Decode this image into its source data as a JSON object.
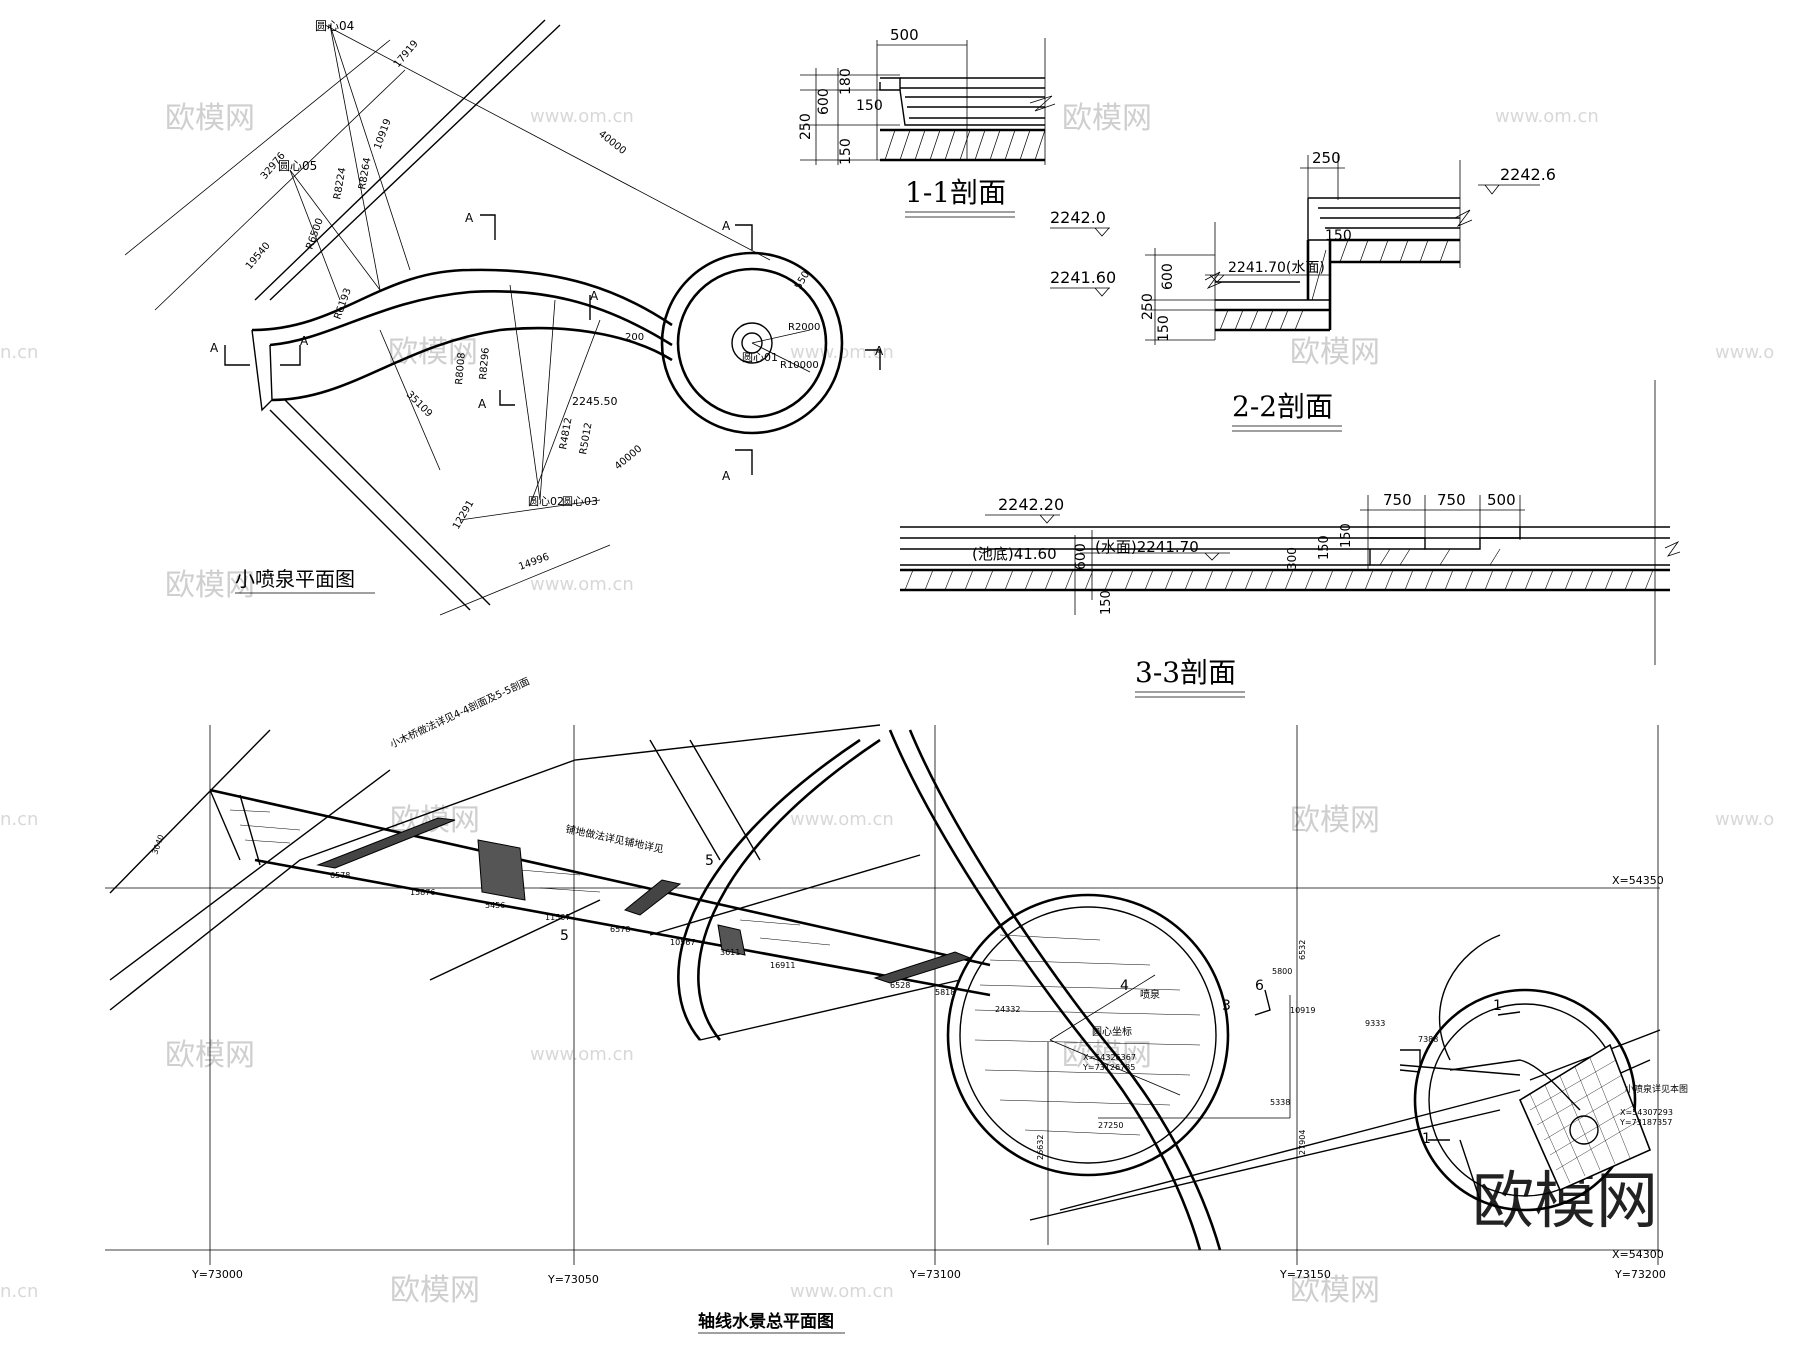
{
  "watermarks": {
    "brand": "欧模网",
    "site": "www.om.cn",
    "partial_left": "n.cn",
    "partial_right": "www.o",
    "big_logo": "欧模网"
  },
  "sections": {
    "s11": {
      "title": "1-1剖面",
      "dims": [
        "500",
        "180",
        "600",
        "150",
        "250",
        "150"
      ]
    },
    "s22": {
      "title": "2-2剖面",
      "dims": [
        "250",
        "150",
        "600",
        "250",
        "150"
      ],
      "elevations": [
        "2242.6",
        "2242.0",
        "2241.60",
        "2241.70(水面)"
      ]
    },
    "s33": {
      "title": "3-3剖面",
      "dims": [
        "750",
        "750",
        "500",
        "150",
        "150",
        "600",
        "300",
        "150"
      ],
      "elevations": [
        "2242.20",
        "(池底)41.60",
        "(水面)2241.70"
      ]
    }
  },
  "fountain_plan": {
    "title": "小喷泉平面图",
    "centers": [
      "圆心04",
      "圆心05",
      "圆心01",
      "圆心02",
      "圆心03"
    ],
    "dims": [
      "17919",
      "32976",
      "10919",
      "19540",
      "40000",
      "R8224",
      "R8264",
      "R6500",
      "R6193",
      "R8008",
      "R8296",
      "R10000",
      "R2000",
      "R4812",
      "R5012",
      "35109",
      "12291",
      "14996",
      "40000",
      "550",
      "200",
      "2245.50"
    ],
    "cut_labels": [
      "A",
      "A",
      "A",
      "A",
      "A",
      "A",
      "A",
      "A"
    ]
  },
  "master_plan": {
    "title": "轴线水景总平面图",
    "axis_y": [
      "Y=73000",
      "Y=73050",
      "Y=73100",
      "Y=73150",
      "Y=73200"
    ],
    "axis_x": [
      "X=54350",
      "X=54300"
    ],
    "notes": [
      "小木桥做法详见4-4剖面及5-5剖面",
      "铺地做法详见铺地详见",
      "小喷泉详见本图",
      "喷泉",
      "圆心坐标"
    ],
    "dims": [
      "6578",
      "15876",
      "5456",
      "11507",
      "6578",
      "10567",
      "3611",
      "16911",
      "6528",
      "5818",
      "24332",
      "5800",
      "10919",
      "9333",
      "7388",
      "27250",
      "5338",
      "26632",
      "27904",
      "6532",
      "3040"
    ],
    "markers": [
      "4",
      "5",
      "5",
      "6",
      "3",
      "1",
      "1"
    ],
    "coords": [
      "X=54326367",
      "Y=73126785",
      "X=54307293",
      "Y=73187357"
    ]
  }
}
